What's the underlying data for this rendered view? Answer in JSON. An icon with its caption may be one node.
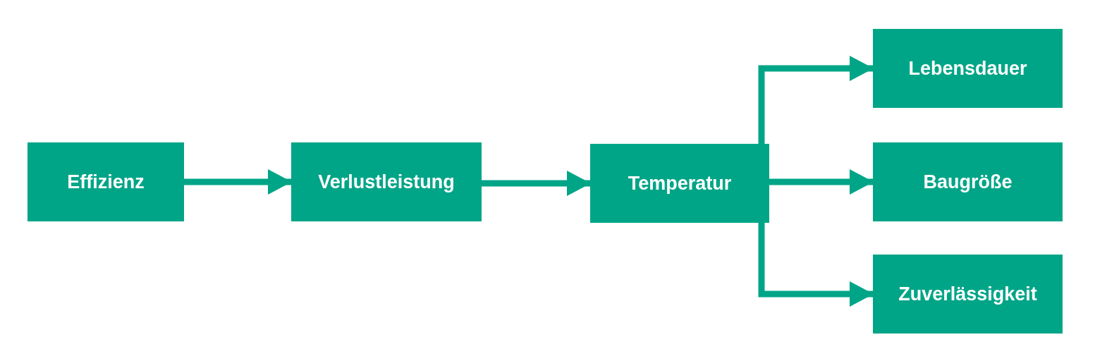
{
  "diagram": {
    "nodes": [
      {
        "text": [
          "Effizienz"
        ]
      },
      {
        "text": [
          "Verlustleistung"
        ]
      },
      {
        "text": [
          "Temperatur"
        ]
      },
      {
        "text": [
          "Lebensdauer"
        ]
      },
      {
        "text": [
          "Baugröße"
        ]
      },
      {
        "text": [
          "Zuverlässigkeit"
        ]
      }
    ],
    "edges": [
      {
        "from": 0,
        "to": 1,
        "arrow": "to"
      },
      {
        "from": 1,
        "to": 2,
        "arrow": "to"
      },
      {
        "from": 2,
        "to": 3,
        "arrow": "to"
      },
      {
        "from": 2,
        "to": 4,
        "arrow": "to"
      },
      {
        "from": 2,
        "to": 5,
        "arrow": "to"
      }
    ]
  }
}
